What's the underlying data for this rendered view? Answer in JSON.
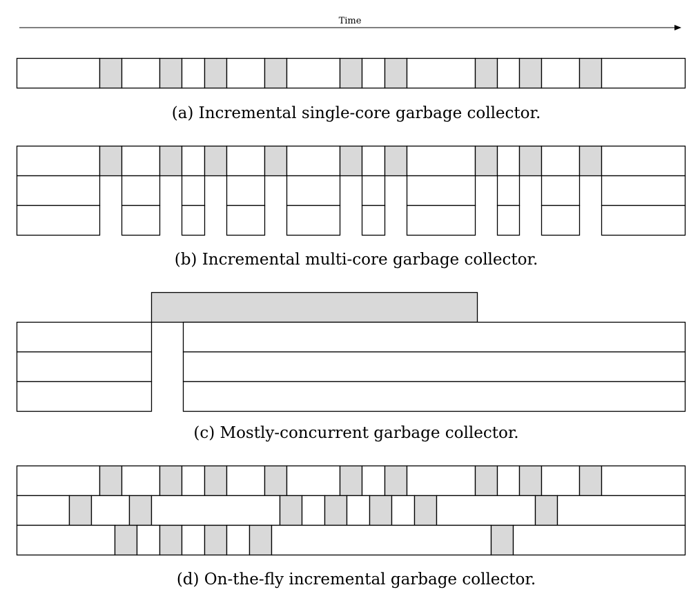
{
  "time_label": "Time",
  "colors": {
    "gc": "#d9d9d9",
    "mutator": "#ffffff",
    "stroke": "#000000"
  },
  "panels": [
    {
      "caption": "(a) Incremental single-core garbage collector.",
      "rows": [
        {
          "cells": [
            [
              24,
              144,
              "m"
            ],
            [
              144,
              176,
              "g"
            ],
            [
              176,
              231,
              "m"
            ],
            [
              231,
              263,
              "g"
            ],
            [
              263,
              296,
              "m"
            ],
            [
              296,
              328,
              "g"
            ],
            [
              328,
              383,
              "m"
            ],
            [
              383,
              415,
              "g"
            ],
            [
              415,
              492,
              "m"
            ],
            [
              492,
              524,
              "g"
            ],
            [
              524,
              557,
              "m"
            ],
            [
              557,
              589,
              "g"
            ],
            [
              589,
              688,
              "m"
            ],
            [
              688,
              720,
              "g"
            ],
            [
              720,
              752,
              "m"
            ],
            [
              752,
              784,
              "g"
            ],
            [
              784,
              839,
              "m"
            ],
            [
              839,
              871,
              "g"
            ],
            [
              871,
              992,
              "m"
            ]
          ]
        }
      ]
    },
    {
      "caption": "(b) Incremental multi-core garbage collector.",
      "rows": [
        {
          "cells": [
            [
              24,
              144,
              "m"
            ],
            [
              144,
              176,
              "g"
            ],
            [
              176,
              231,
              "m"
            ],
            [
              231,
              263,
              "g"
            ],
            [
              263,
              296,
              "m"
            ],
            [
              296,
              328,
              "g"
            ],
            [
              328,
              383,
              "m"
            ],
            [
              383,
              415,
              "g"
            ],
            [
              415,
              492,
              "m"
            ],
            [
              492,
              524,
              "g"
            ],
            [
              524,
              557,
              "m"
            ],
            [
              557,
              589,
              "g"
            ],
            [
              589,
              688,
              "m"
            ],
            [
              688,
              720,
              "g"
            ],
            [
              720,
              752,
              "m"
            ],
            [
              752,
              784,
              "g"
            ],
            [
              784,
              839,
              "m"
            ],
            [
              839,
              871,
              "g"
            ],
            [
              871,
              992,
              "m"
            ]
          ]
        },
        {
          "cells": [
            [
              24,
              144,
              "m"
            ],
            [
              176,
              231,
              "m"
            ],
            [
              263,
              296,
              "m"
            ],
            [
              328,
              383,
              "m"
            ],
            [
              415,
              492,
              "m"
            ],
            [
              524,
              557,
              "m"
            ],
            [
              589,
              688,
              "m"
            ],
            [
              720,
              752,
              "m"
            ],
            [
              784,
              839,
              "m"
            ],
            [
              871,
              992,
              "m"
            ]
          ]
        },
        {
          "cells": [
            [
              24,
              144,
              "m"
            ],
            [
              176,
              231,
              "m"
            ],
            [
              263,
              296,
              "m"
            ],
            [
              328,
              383,
              "m"
            ],
            [
              415,
              492,
              "m"
            ],
            [
              524,
              557,
              "m"
            ],
            [
              589,
              688,
              "m"
            ],
            [
              720,
              752,
              "m"
            ],
            [
              784,
              839,
              "m"
            ],
            [
              871,
              992,
              "m"
            ]
          ]
        }
      ]
    },
    {
      "caption": "(c) Mostly-concurrent garbage collector.",
      "rows": [
        {
          "cells": [
            [
              219,
              691,
              "g"
            ]
          ]
        },
        {
          "cells": [
            [
              24,
              219,
              "m"
            ],
            [
              265,
              992,
              "m"
            ]
          ]
        },
        {
          "cells": [
            [
              24,
              219,
              "m"
            ],
            [
              265,
              992,
              "m"
            ]
          ]
        },
        {
          "cells": [
            [
              24,
              219,
              "m"
            ],
            [
              265,
              992,
              "m"
            ]
          ]
        }
      ]
    },
    {
      "caption": "(d) On-the-fly incremental garbage collector.",
      "rows": [
        {
          "cells": [
            [
              24,
              144,
              "m"
            ],
            [
              144,
              176,
              "g"
            ],
            [
              176,
              231,
              "m"
            ],
            [
              231,
              263,
              "g"
            ],
            [
              263,
              296,
              "m"
            ],
            [
              296,
              328,
              "g"
            ],
            [
              328,
              383,
              "m"
            ],
            [
              383,
              415,
              "g"
            ],
            [
              415,
              492,
              "m"
            ],
            [
              492,
              524,
              "g"
            ],
            [
              524,
              557,
              "m"
            ],
            [
              557,
              589,
              "g"
            ],
            [
              589,
              688,
              "m"
            ],
            [
              688,
              720,
              "g"
            ],
            [
              720,
              752,
              "m"
            ],
            [
              752,
              784,
              "g"
            ],
            [
              784,
              839,
              "m"
            ],
            [
              839,
              871,
              "g"
            ],
            [
              871,
              992,
              "m"
            ]
          ]
        },
        {
          "cells": [
            [
              24,
              100,
              "m"
            ],
            [
              100,
              132,
              "g"
            ],
            [
              132,
              187,
              "m"
            ],
            [
              187,
              219,
              "g"
            ],
            [
              219,
              405,
              "m"
            ],
            [
              405,
              437,
              "g"
            ],
            [
              437,
              470,
              "m"
            ],
            [
              470,
              502,
              "g"
            ],
            [
              502,
              535,
              "m"
            ],
            [
              535,
              567,
              "g"
            ],
            [
              567,
              600,
              "m"
            ],
            [
              600,
              632,
              "g"
            ],
            [
              632,
              775,
              "m"
            ],
            [
              775,
              807,
              "g"
            ],
            [
              807,
              992,
              "m"
            ]
          ]
        },
        {
          "cells": [
            [
              24,
              166,
              "m"
            ],
            [
              166,
              198,
              "g"
            ],
            [
              198,
              231,
              "m"
            ],
            [
              231,
              263,
              "g"
            ],
            [
              263,
              296,
              "m"
            ],
            [
              296,
              328,
              "g"
            ],
            [
              328,
              361,
              "m"
            ],
            [
              361,
              393,
              "g"
            ],
            [
              393,
              711,
              "m"
            ],
            [
              711,
              743,
              "g"
            ],
            [
              743,
              992,
              "m"
            ]
          ]
        }
      ]
    }
  ]
}
